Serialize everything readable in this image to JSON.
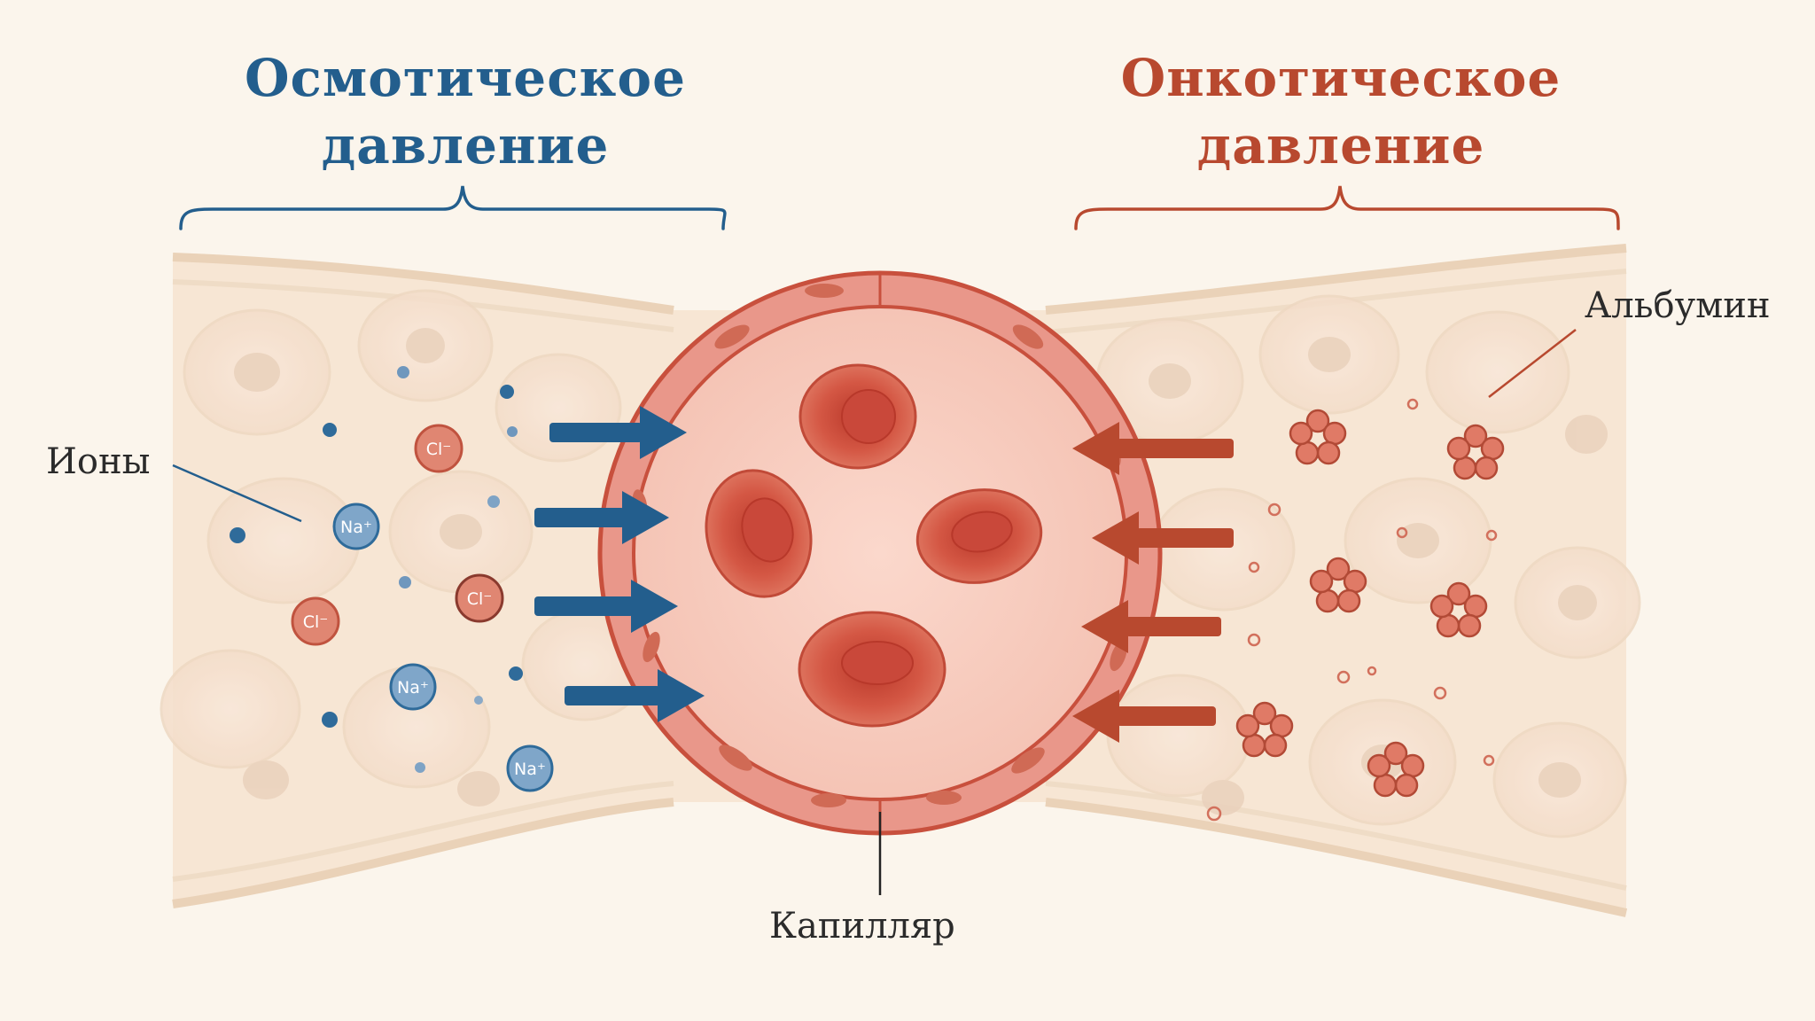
{
  "titles": {
    "osmotic_line1": "Осмотическое",
    "osmotic_line2": "давление",
    "oncotic_line1": "Онкотическое",
    "oncotic_line2": "давление"
  },
  "labels": {
    "ions": "Ионы",
    "albumin": "Альбумин",
    "capillary": "Капилляр"
  },
  "ions": {
    "chloride": "Cl⁻",
    "sodium": "Na⁺"
  },
  "colors": {
    "osmotic_blue": "#235e8d",
    "oncotic_red": "#b8492f",
    "capillary_wall": "#e88a78",
    "red_cell": "#d95f4c",
    "background": "#fbf5ec"
  }
}
